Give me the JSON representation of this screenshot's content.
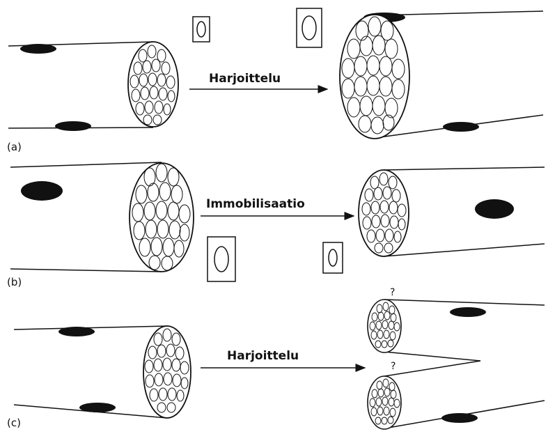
{
  "panels": [
    {
      "label": "(a)",
      "arrow_label": "Harjoittelu"
    },
    {
      "label": "(b)",
      "arrow_label": "Immobilisaatio"
    },
    {
      "label": "(c)",
      "arrow_label": "Harjoittelu",
      "question_marks": [
        "?",
        "?"
      ]
    }
  ],
  "style": {
    "ink": "#111111",
    "background": "#ffffff"
  }
}
